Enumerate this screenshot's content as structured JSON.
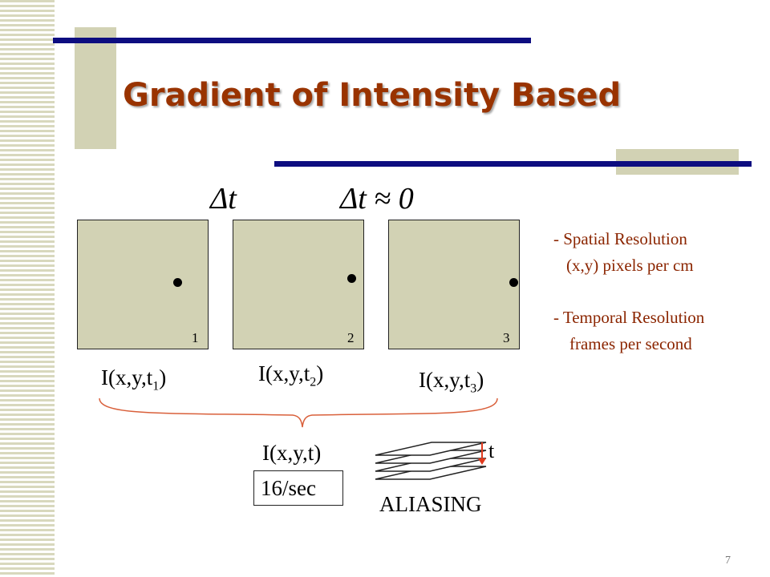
{
  "slide": {
    "title": "Gradient of Intensity Based",
    "delta_t": "Δt",
    "delta_t_approx": "Δt ≈ 0",
    "frames": [
      {
        "number": "1",
        "label_main": "I(x,y,t",
        "label_sub": "1",
        "label_end": ")"
      },
      {
        "number": "2",
        "label_main": "I(x,y,t",
        "label_sub": "2",
        "label_end": ")"
      },
      {
        "number": "3",
        "label_main": "I(x,y,t",
        "label_sub": "3",
        "label_end": ")"
      }
    ],
    "combined_label": "I(x,y,t)",
    "rate": "16/sec",
    "aliasing": "ALIASING",
    "t_label": "t",
    "notes": {
      "spatial": "- Spatial Resolution",
      "spatial_detail": "(x,y) pixels per cm",
      "temporal": "- Temporal Resolution",
      "temporal_detail": "frames per second"
    },
    "page_number": "7",
    "colors": {
      "title": "#993300",
      "accent_line": "#0d0d80",
      "block": "#d2d2b4",
      "brace": "#d9603b",
      "arrow": "#e03a1e",
      "note": "#8b2500"
    }
  }
}
